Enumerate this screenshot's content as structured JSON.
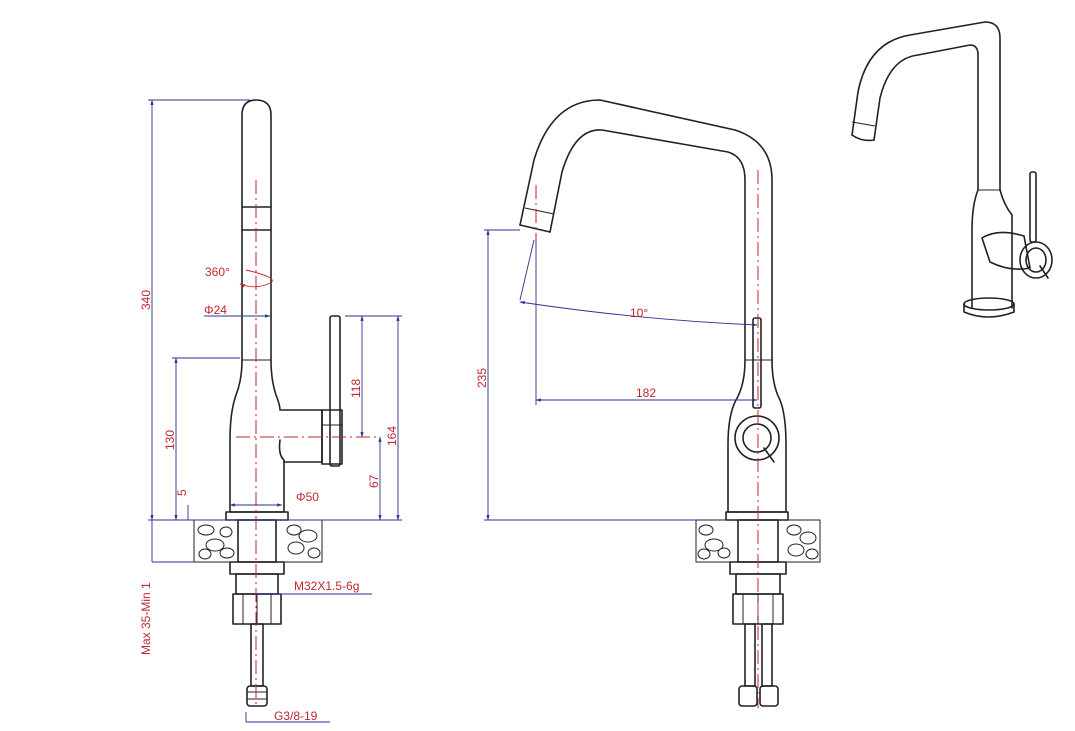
{
  "dimensions": {
    "height_total": "340",
    "rotation": "360°",
    "spout_dia": "Φ24",
    "lever_height": "118",
    "body_height": "130",
    "handle_height": "164",
    "base_gap": "5",
    "handle_axis": "67",
    "base_dia": "Φ50",
    "thread": "M32X1.5-6g",
    "deck_thickness": "Max 35-Min 1",
    "hose_thread": "G3/8-19",
    "spout_height": "235",
    "spout_angle": "10°",
    "reach": "182"
  },
  "colors": {
    "dimension_text": "#c0272d",
    "dimension_line": "#2e3192",
    "outline": "#222222"
  },
  "views": [
    "side-view",
    "front-view",
    "perspective-view"
  ]
}
